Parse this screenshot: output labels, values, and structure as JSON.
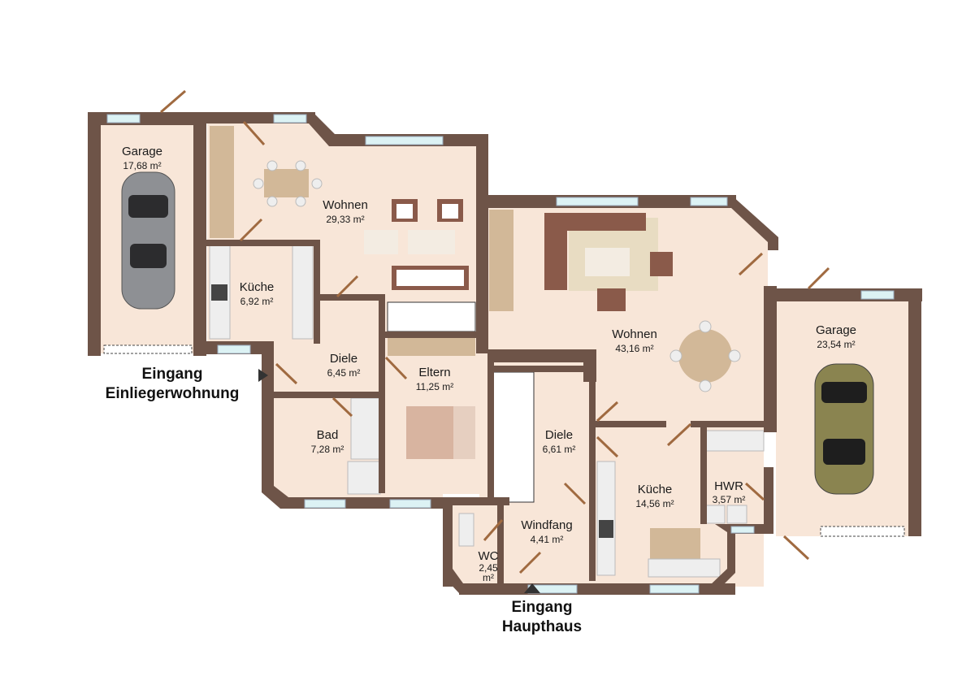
{
  "colors": {
    "wall": "#6e5448",
    "floor": "#f8e6d8",
    "window": "#dcf2f4",
    "furniture_wood": "#d2b898",
    "sofa": "#8a5a4a",
    "fixture": "#eeeeee",
    "door": "#a06a40"
  },
  "rooms": [
    {
      "name": "Garage",
      "area": "17,68 m²"
    },
    {
      "name": "Wohnen",
      "area": "29,33 m²"
    },
    {
      "name": "Küche",
      "area": "6,92 m²"
    },
    {
      "name": "Diele",
      "area": "6,45 m²"
    },
    {
      "name": "Bad",
      "area": "7,28 m²"
    },
    {
      "name": "Eltern",
      "area": "11,25 m²"
    },
    {
      "name": "Wohnen",
      "area": "43,16 m²"
    },
    {
      "name": "Diele",
      "area": "6,61 m²"
    },
    {
      "name": "Küche",
      "area": "14,56 m²"
    },
    {
      "name": "HWR",
      "area": "3,57 m²"
    },
    {
      "name": "Garage",
      "area": "23,54 m²"
    },
    {
      "name": "Windfang",
      "area": "4,41 m²"
    },
    {
      "name": "WC",
      "area_line1": "2,45",
      "area_line2": "m²"
    }
  ],
  "entrances": {
    "left": {
      "line1": "Eingang",
      "line2": "Einliegerwohnung"
    },
    "bottom": {
      "line1": "Eingang",
      "line2": "Haupthaus"
    }
  },
  "cars": [
    {
      "name": "car-left",
      "body_color": "#8e9094"
    },
    {
      "name": "car-right",
      "body_color": "#8a8450"
    }
  ]
}
